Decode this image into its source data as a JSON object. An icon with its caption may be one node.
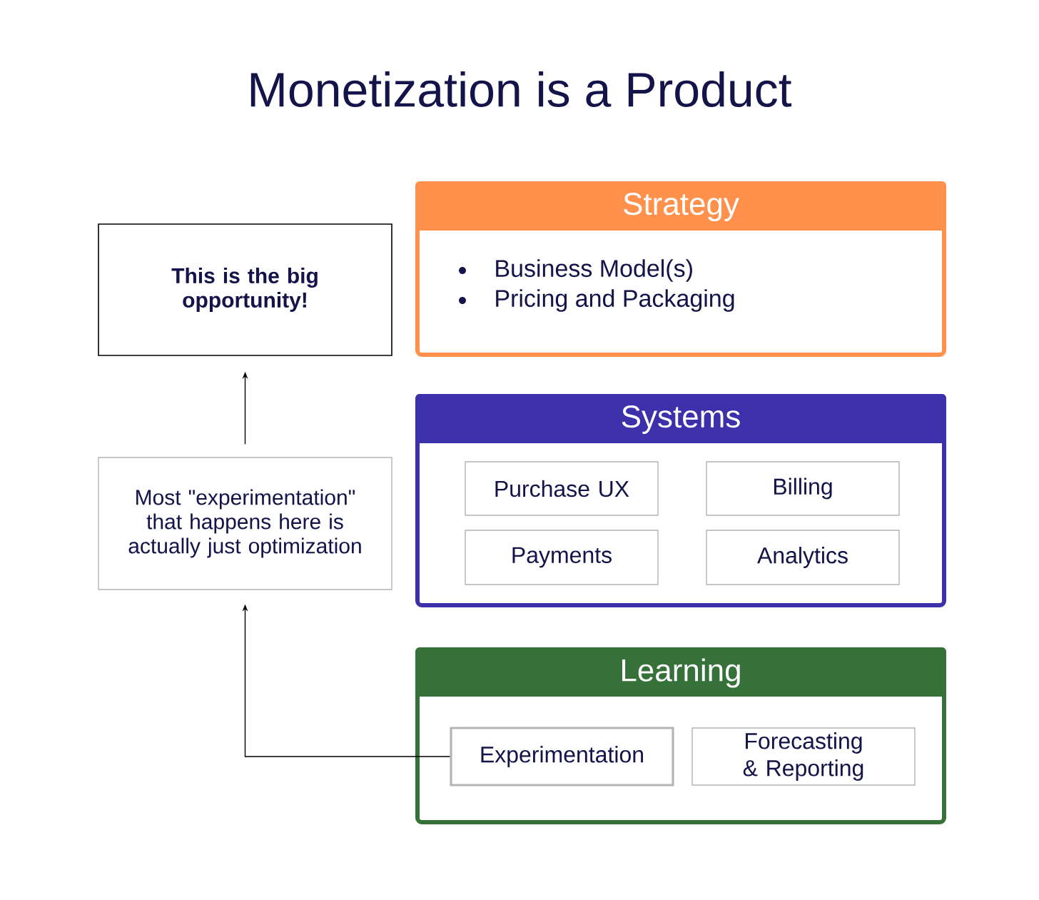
{
  "diagram": {
    "title": "Monetization is a Product",
    "nodes": [
      {
        "text": [
          "Strategy",
          "Business Model(s)",
          "Pricing and Packaging"
        ]
      },
      {
        "text": [
          "Systems"
        ]
      },
      {
        "text": [
          "Purchase UX"
        ],
        "in": 1
      },
      {
        "text": [
          "Billing"
        ],
        "in": 1
      },
      {
        "text": [
          "Payments"
        ],
        "in": 1
      },
      {
        "text": [
          "Analytics"
        ],
        "in": 1
      },
      {
        "text": [
          "Learning"
        ]
      },
      {
        "text": [
          "Experimentation"
        ],
        "in": 6
      },
      {
        "text": [
          "Forecasting & Reporting"
        ],
        "in": 6
      },
      {
        "text": [
          "This is the big opportunity!"
        ]
      },
      {
        "text": [
          "Most \"experimentation\" that happens here is actually just optimization"
        ]
      }
    ],
    "edges": [
      {
        "from": 7,
        "to": 10,
        "arrow": "to"
      },
      {
        "from": 10,
        "to": 9,
        "arrow": "to"
      }
    ]
  }
}
